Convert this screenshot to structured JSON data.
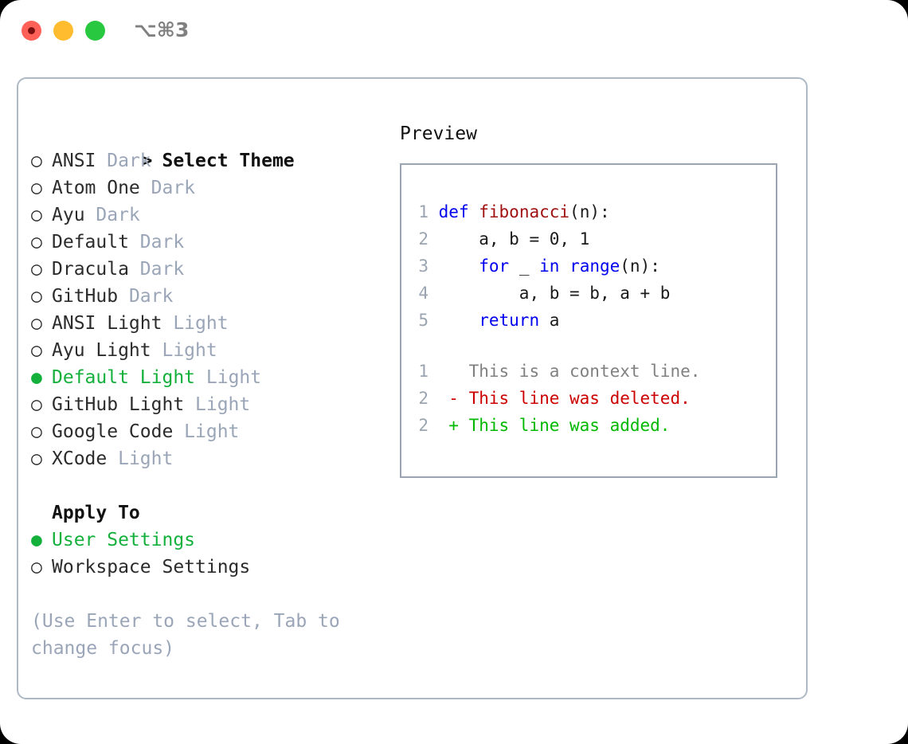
{
  "titlebar": {
    "shortcut": "⌥⌘3",
    "buttons": [
      {
        "name": "close",
        "color": "#ff6159"
      },
      {
        "name": "minimize",
        "color": "#febc2e"
      },
      {
        "name": "zoom",
        "color": "#28c840"
      }
    ]
  },
  "theme_picker": {
    "header_prefix": "> ",
    "header": "Select Theme",
    "bullet_unselected": "○ ",
    "bullet_selected": "● ",
    "items": [
      {
        "name": "ANSI",
        "variant": "Dark",
        "selected": false
      },
      {
        "name": "Atom One",
        "variant": "Dark",
        "selected": false
      },
      {
        "name": "Ayu",
        "variant": "Dark",
        "selected": false
      },
      {
        "name": "Default",
        "variant": "Dark",
        "selected": false
      },
      {
        "name": "Dracula",
        "variant": "Dark",
        "selected": false
      },
      {
        "name": "GitHub",
        "variant": "Dark",
        "selected": false
      },
      {
        "name": "ANSI Light",
        "variant": "Light",
        "selected": false
      },
      {
        "name": "Ayu Light",
        "variant": "Light",
        "selected": false
      },
      {
        "name": "Default Light",
        "variant": "Light",
        "selected": true
      },
      {
        "name": "GitHub Light",
        "variant": "Light",
        "selected": false
      },
      {
        "name": "Google Code",
        "variant": "Light",
        "selected": false
      },
      {
        "name": "XCode",
        "variant": "Light",
        "selected": false
      }
    ]
  },
  "apply_to": {
    "header": "Apply To",
    "options": [
      {
        "label": "User Settings",
        "selected": true
      },
      {
        "label": "Workspace Settings",
        "selected": false
      }
    ]
  },
  "hint": "(Use Enter to select, Tab to change focus)",
  "preview": {
    "title": "Preview",
    "code_lines": [
      {
        "no": "1",
        "tokens": [
          {
            "t": "def",
            "c": "kw"
          },
          {
            "t": " ",
            "c": "plain"
          },
          {
            "t": "fibonacci",
            "c": "fn"
          },
          {
            "t": "(n):",
            "c": "plain"
          }
        ]
      },
      {
        "no": "2",
        "tokens": [
          {
            "t": "    a, b = 0, 1",
            "c": "plain"
          }
        ]
      },
      {
        "no": "3",
        "tokens": [
          {
            "t": "    ",
            "c": "plain"
          },
          {
            "t": "for",
            "c": "kw"
          },
          {
            "t": " _ ",
            "c": "plain"
          },
          {
            "t": "in",
            "c": "kw"
          },
          {
            "t": " ",
            "c": "plain"
          },
          {
            "t": "range",
            "c": "kw"
          },
          {
            "t": "(n):",
            "c": "plain"
          }
        ]
      },
      {
        "no": "4",
        "tokens": [
          {
            "t": "        a, b = b, a + b",
            "c": "plain"
          }
        ]
      },
      {
        "no": "5",
        "tokens": [
          {
            "t": "    ",
            "c": "plain"
          },
          {
            "t": "return",
            "c": "kw"
          },
          {
            "t": " a",
            "c": "plain"
          }
        ]
      }
    ],
    "diff_lines": [
      {
        "no": "1",
        "marker": "  ",
        "text": "This is a context line.",
        "kind": "ctx"
      },
      {
        "no": "2",
        "marker": "- ",
        "text": "This line was deleted.",
        "kind": "del"
      },
      {
        "no": "2",
        "marker": "+ ",
        "text": "This line was added.",
        "kind": "add"
      }
    ]
  },
  "colors": {
    "selected_green": "#14b03c",
    "meta_gray": "#9aa5b8",
    "keyword_blue": "#0000ee",
    "function_red": "#a01010",
    "diff_added": "#00b800",
    "diff_deleted": "#cc0000",
    "border": "#aeb9c6"
  }
}
